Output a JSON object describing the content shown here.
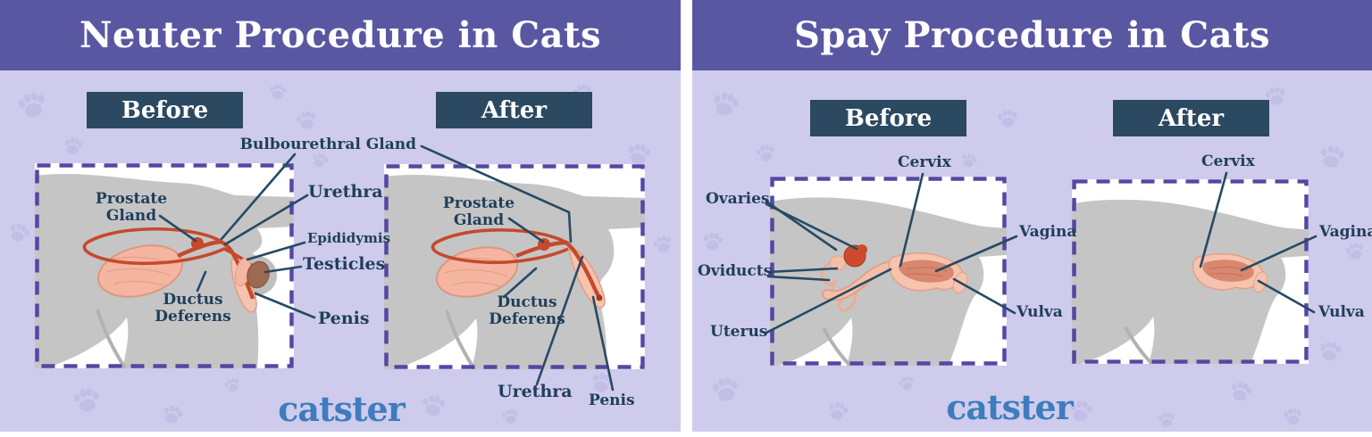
{
  "brand": "catster",
  "panels": {
    "neuter": {
      "title": "Neuter Procedure in Cats",
      "before_label": "Before",
      "after_label": "After",
      "labels": {
        "bulbourethral_gland": "Bulbourethral Gland",
        "urethra": "Urethra",
        "epididymis": "Epididymis",
        "testicles": "Testicles",
        "penis": "Penis",
        "prostate_gland": "Prostate Gland",
        "ductus_deferens": "Ductus Deferens"
      }
    },
    "spay": {
      "title": "Spay Procedure in Cats",
      "before_label": "Before",
      "after_label": "After",
      "labels": {
        "cervix": "Cervix",
        "ovaries": "Ovaries",
        "oviducts": "Oviducts",
        "uterus": "Uterus",
        "vagina": "Vagina",
        "vulva": "Vulva"
      }
    }
  },
  "colors": {
    "header_purple": "#5a57a2",
    "panel_lavender": "#cecbed",
    "chip_navy": "#2b4961",
    "label_navy": "#1f3e5a",
    "leader_line": "#264a63",
    "dashed_border": "#5348a2",
    "brand_blue": "#3d7cbd",
    "cat_body_gray": "#c5c5c5",
    "organ_salmon": "#f4b6a1",
    "duct_red": "#c5492c",
    "testicle_brown": "#9d6951"
  }
}
